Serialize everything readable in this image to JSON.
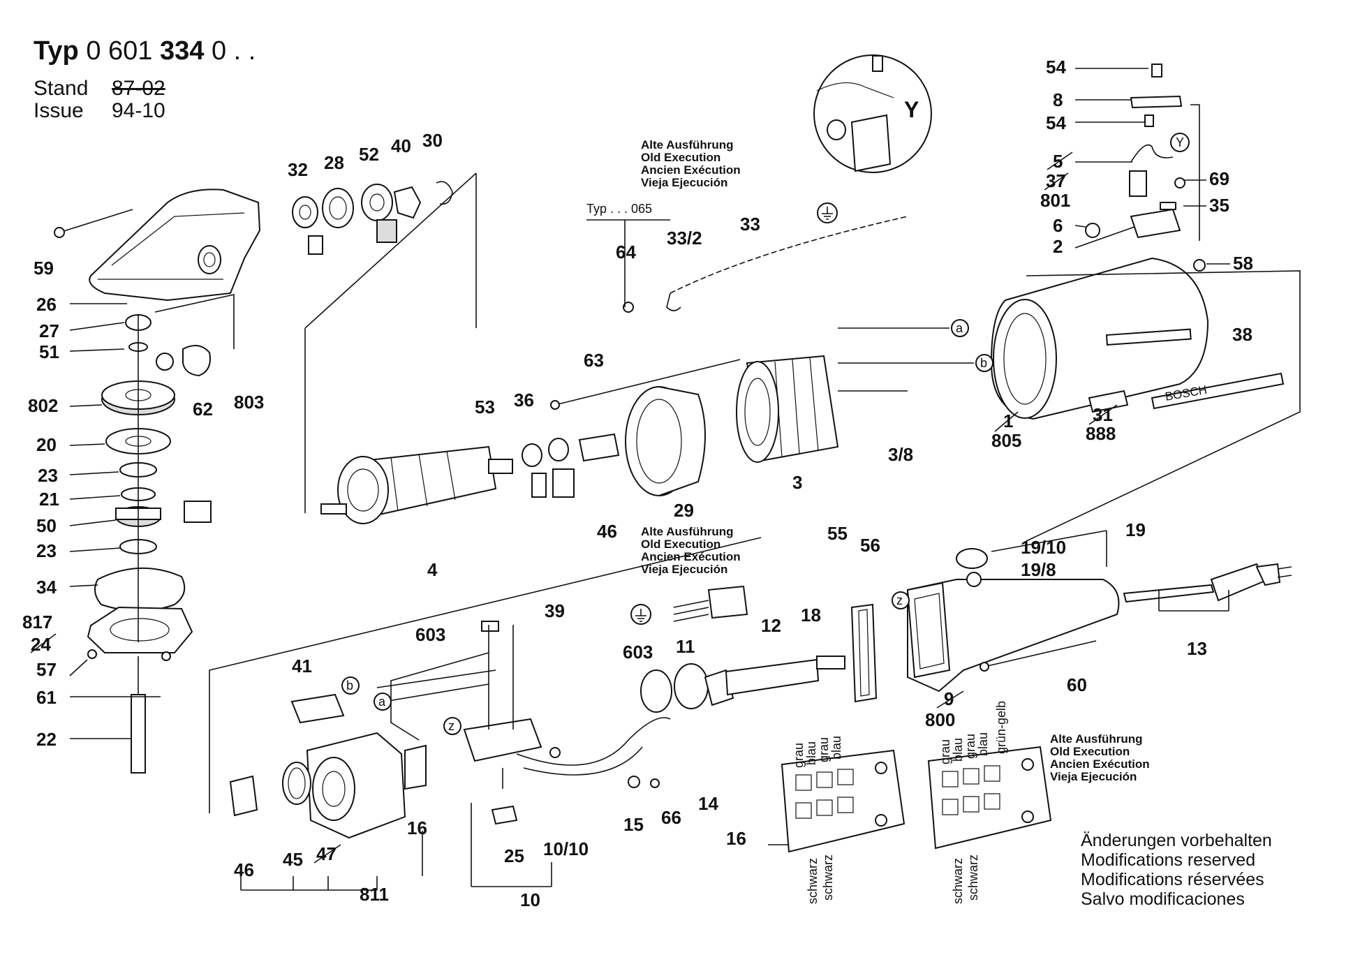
{
  "header": {
    "typ_label": "Typ",
    "typ_prefix": "0 601",
    "typ_bold": "334",
    "typ_suffix": "0 . .",
    "stand_label": "Stand",
    "stand_value": "87-02",
    "issue_label": "Issue",
    "issue_value": "94-10"
  },
  "old_execution_notes": [
    [
      "Alte Ausführung",
      "Old Execution",
      "Ancien Exécution",
      "Vieja Ejecución"
    ]
  ],
  "typ_variant_label": "Typ . . . 065",
  "detail_marker": "Y",
  "modifications": [
    "Änderungen vorbehalten",
    "Modifications reserved",
    "Modifications réservées",
    "Salvo modificaciones"
  ],
  "wire_colors": {
    "left_top": [
      "grau",
      "blau",
      "grau",
      "blau"
    ],
    "left_bottom": [
      "schwarz",
      "schwarz"
    ],
    "right_top": [
      "grau",
      "blau",
      "grau",
      "blau",
      "grün-gelb"
    ],
    "right_bottom": [
      "schwarz",
      "schwarz"
    ]
  },
  "housing_brand": "BOSCH",
  "callouts": {
    "p59": "59",
    "p26": "26",
    "p27": "27",
    "p51": "51",
    "p802": "802",
    "p20": "20",
    "p23a": "23",
    "p21": "21",
    "p50": "50",
    "p23b": "23",
    "p34": "34",
    "p817": "817",
    "p24": "24",
    "p57": "57",
    "p61": "61",
    "p22": "22",
    "p62": "62",
    "p803": "803",
    "p32": "32",
    "p28": "28",
    "p52": "52",
    "p40": "40",
    "p30": "30",
    "p53": "53",
    "p36": "36",
    "p63": "63",
    "p4": "4",
    "p46a": "46",
    "p29": "29",
    "p3": "3",
    "p38": "3/8",
    "p805": "805",
    "p1": "1",
    "p888": "888",
    "p31": "31",
    "p38b": "38",
    "p64": "64",
    "p332": "33/2",
    "p33": "33",
    "p54a": "54",
    "p8": "8",
    "p54b": "54",
    "p5": "5",
    "p37": "37",
    "p801": "801",
    "p6": "6",
    "p2": "2",
    "p69": "69",
    "p35": "35",
    "p58": "58",
    "p55": "55",
    "p56": "56",
    "p19": "19",
    "p1910": "19/10",
    "p198": "19/8",
    "p18": "18",
    "p12": "12",
    "p13": "13",
    "p60": "60",
    "p9": "9",
    "p800": "800",
    "p39": "39",
    "p603a": "603",
    "p603b": "603",
    "p11": "11",
    "p41": "41",
    "p14": "14",
    "p15": "15",
    "p66": "66",
    "p25": "25",
    "p1010": "10/10",
    "p10": "10",
    "p16a": "16",
    "p16b": "16",
    "p46b": "46",
    "p45": "45",
    "p47": "47",
    "p811": "811"
  },
  "circle_markers": [
    "a",
    "b",
    "a",
    "b",
    "z",
    "z",
    "Y"
  ]
}
